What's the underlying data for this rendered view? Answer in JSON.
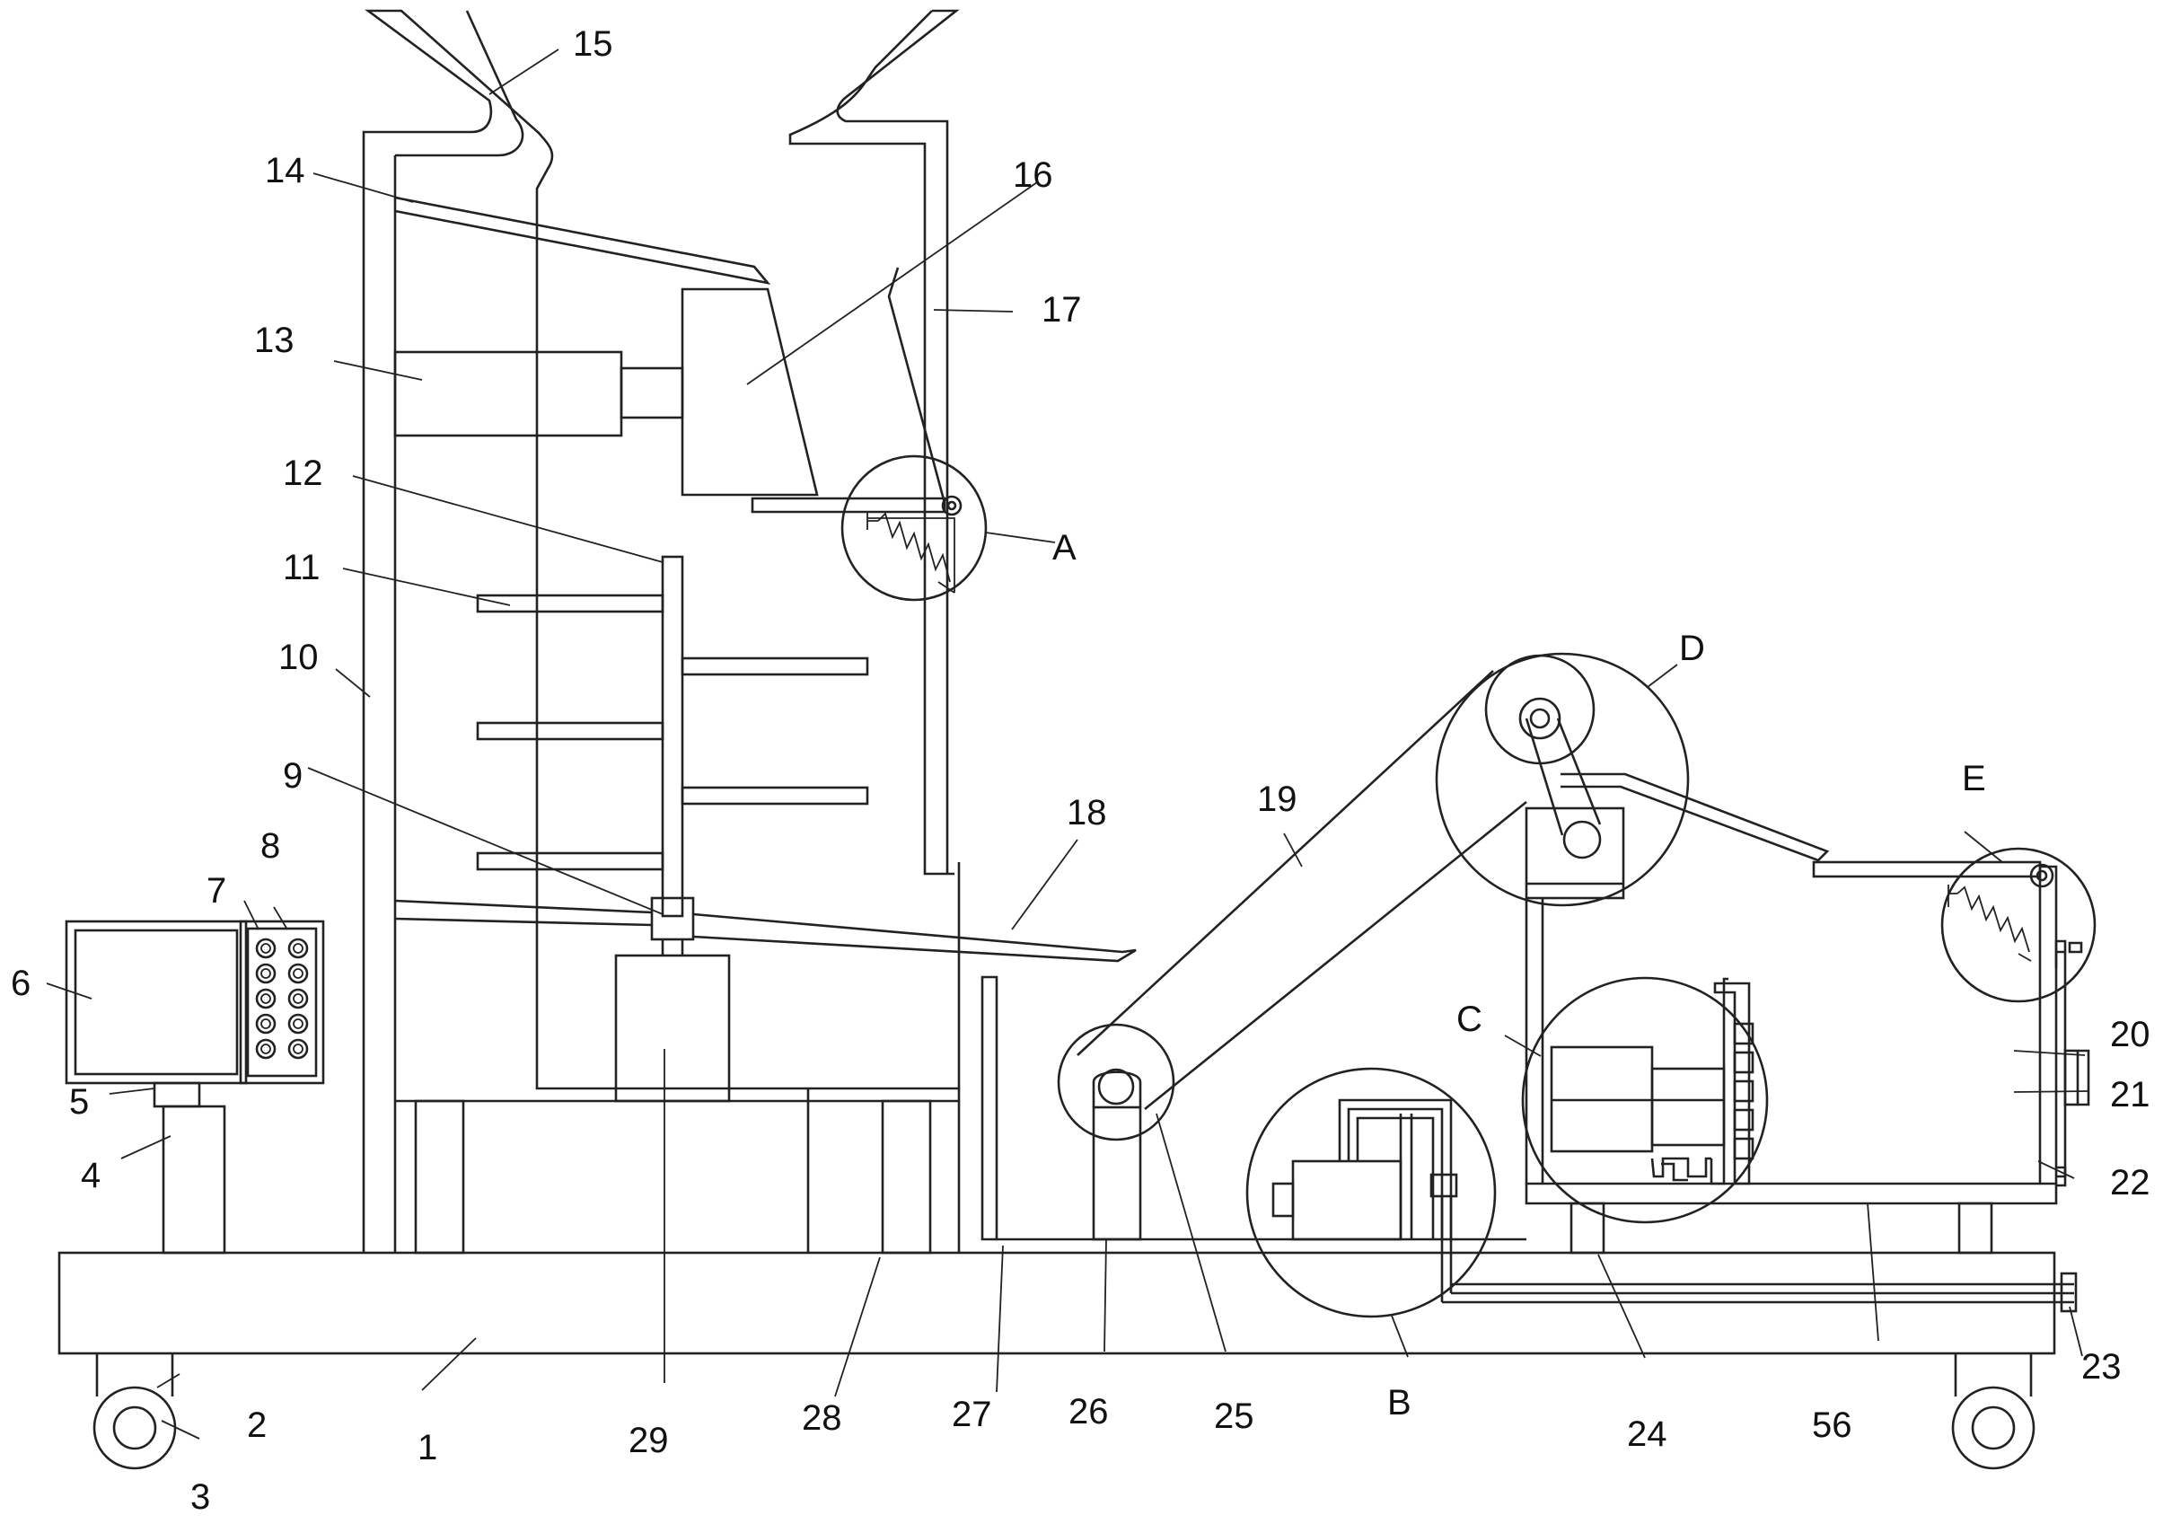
{
  "labels": {
    "n1": "1",
    "n2": "2",
    "n3": "3",
    "n4": "4",
    "n5": "5",
    "n6": "6",
    "n7": "7",
    "n8": "8",
    "n9": "9",
    "n10": "10",
    "n11": "11",
    "n12": "12",
    "n13": "13",
    "n14": "14",
    "n15": "15",
    "n16": "16",
    "n17": "17",
    "n18": "18",
    "n19": "19",
    "n20": "20",
    "n21": "21",
    "n22": "22",
    "n23": "23",
    "n24": "24",
    "n25": "25",
    "n26": "26",
    "n27": "27",
    "n28": "28",
    "n29": "29",
    "n56": "56",
    "dA": "A",
    "dB": "B",
    "dC": "C",
    "dD": "D",
    "dE": "E"
  }
}
